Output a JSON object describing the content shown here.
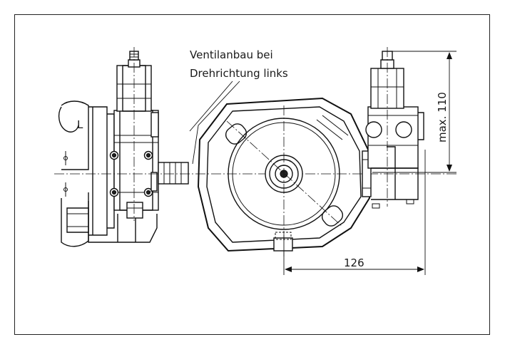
{
  "annotation": {
    "line1": "Ventilanbau bei",
    "line2": "Drehrichtung links"
  },
  "dimensions": {
    "height": "max. 110",
    "width": "126"
  }
}
